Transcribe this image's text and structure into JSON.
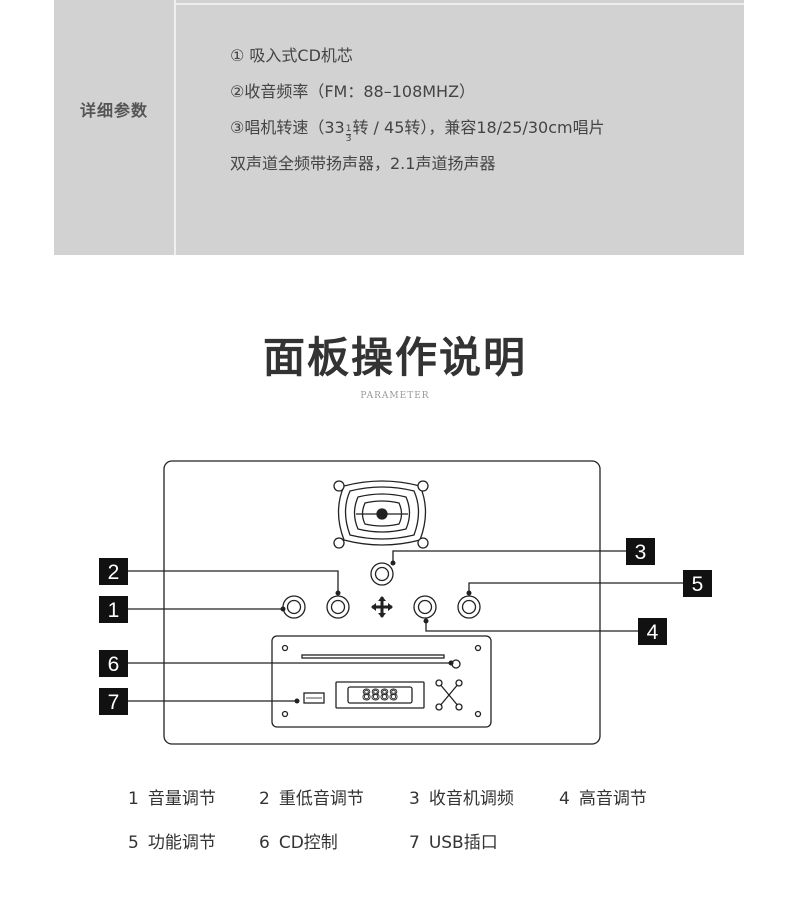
{
  "specs": {
    "label": "详细参数",
    "line1": "① 吸入式CD机芯",
    "line2": "②收音频率（FM：88–108MHZ）",
    "line3_prefix": "③唱机转速（33",
    "line3_frac_num": "1",
    "line3_frac_den": "3",
    "line3_suffix": "转 / 45转），兼容18/25/30cm唱片",
    "line4": "双声道全频带扬声器，2.1声道扬声器"
  },
  "section": {
    "title": "面板操作说明",
    "subtitle": "PARAMETER"
  },
  "diagram": {
    "display_text": "8888",
    "callouts": [
      "1",
      "2",
      "3",
      "4",
      "5",
      "6",
      "7"
    ]
  },
  "legend": [
    {
      "num": "1",
      "label": "音量调节"
    },
    {
      "num": "2",
      "label": "重低音调节"
    },
    {
      "num": "3",
      "label": "收音机调频"
    },
    {
      "num": "4",
      "label": "高音调节"
    },
    {
      "num": "5",
      "label": "功能调节"
    },
    {
      "num": "6",
      "label": "CD控制"
    },
    {
      "num": "7",
      "label": "USB插口"
    }
  ]
}
